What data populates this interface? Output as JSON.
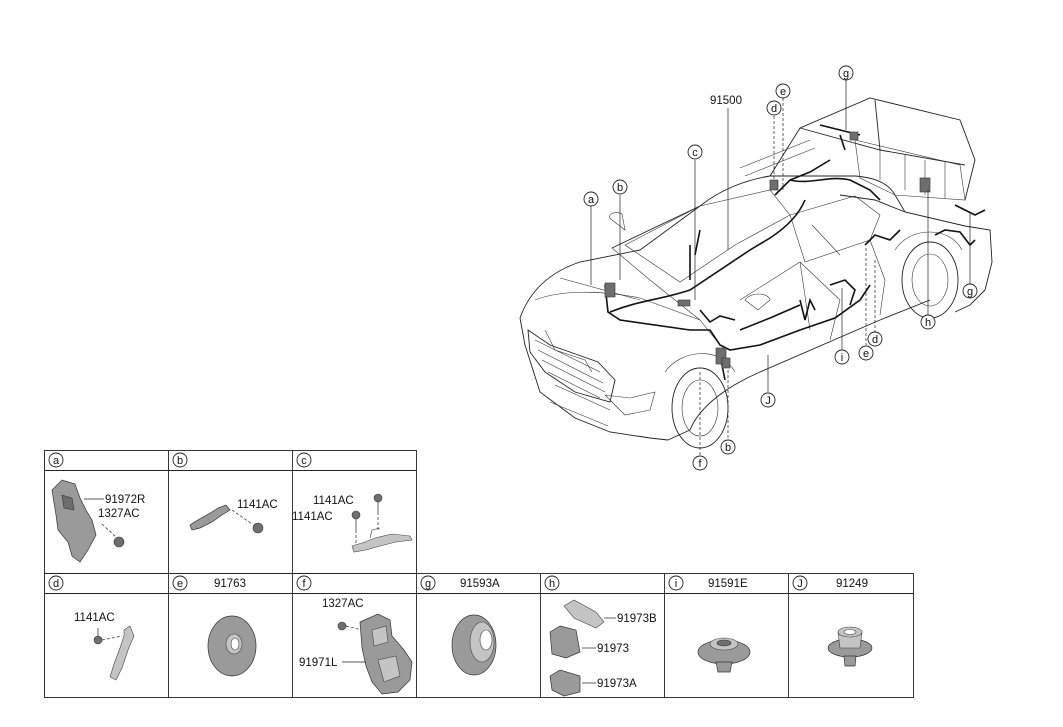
{
  "callouts": {
    "main_harness": "91500",
    "letters": [
      "a",
      "b",
      "c",
      "d",
      "e",
      "f",
      "g",
      "h",
      "i",
      "J"
    ]
  },
  "cells": [
    {
      "letter": "a",
      "title": "",
      "labels": [
        "91972R",
        "1327AC"
      ]
    },
    {
      "letter": "b",
      "title": "",
      "labels": [
        "1141AC"
      ]
    },
    {
      "letter": "c",
      "title": "",
      "labels": [
        "1141AC",
        "1141AC"
      ]
    },
    {
      "letter": "d",
      "title": "",
      "labels": [
        "1141AC"
      ]
    },
    {
      "letter": "e",
      "title": "91763",
      "labels": []
    },
    {
      "letter": "f",
      "title": "",
      "labels": [
        "1327AC",
        "91971L"
      ]
    },
    {
      "letter": "g",
      "title": "91593A",
      "labels": []
    },
    {
      "letter": "h",
      "title": "",
      "labels": [
        "91973B",
        "91973",
        "91973A"
      ]
    },
    {
      "letter": "i",
      "title": "91591E",
      "labels": []
    },
    {
      "letter": "J",
      "title": "91249",
      "labels": []
    }
  ]
}
